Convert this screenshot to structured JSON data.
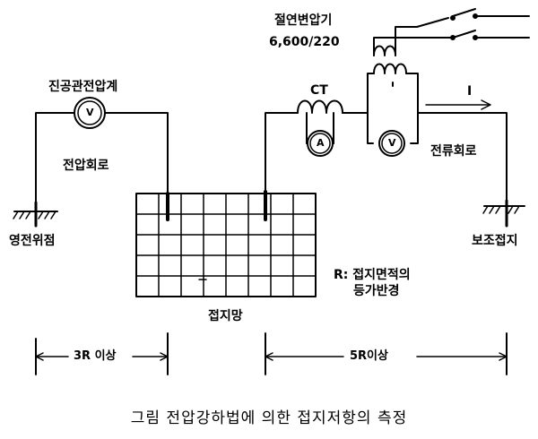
{
  "labels": {
    "transformer": "절연변압기",
    "transformer_rating": "6,600/220",
    "vacuum_tube_voltmeter": "진공관전압계",
    "ct": "CT",
    "current_symbol": "I",
    "voltage_circuit": "전압회로",
    "current_circuit": "전류회로",
    "zero_potential_point": "영전위점",
    "auxiliary_ground": "보조접지",
    "r_line1": "R: 접지면적의",
    "r_line2": "등가반경",
    "ground_mesh": "접지망",
    "dist_left": "3R 이상",
    "dist_right": "5R이상",
    "meter_v": "V",
    "meter_a": "A"
  },
  "caption": "그림 전압강하법에 의한 접지저항의 측정"
}
